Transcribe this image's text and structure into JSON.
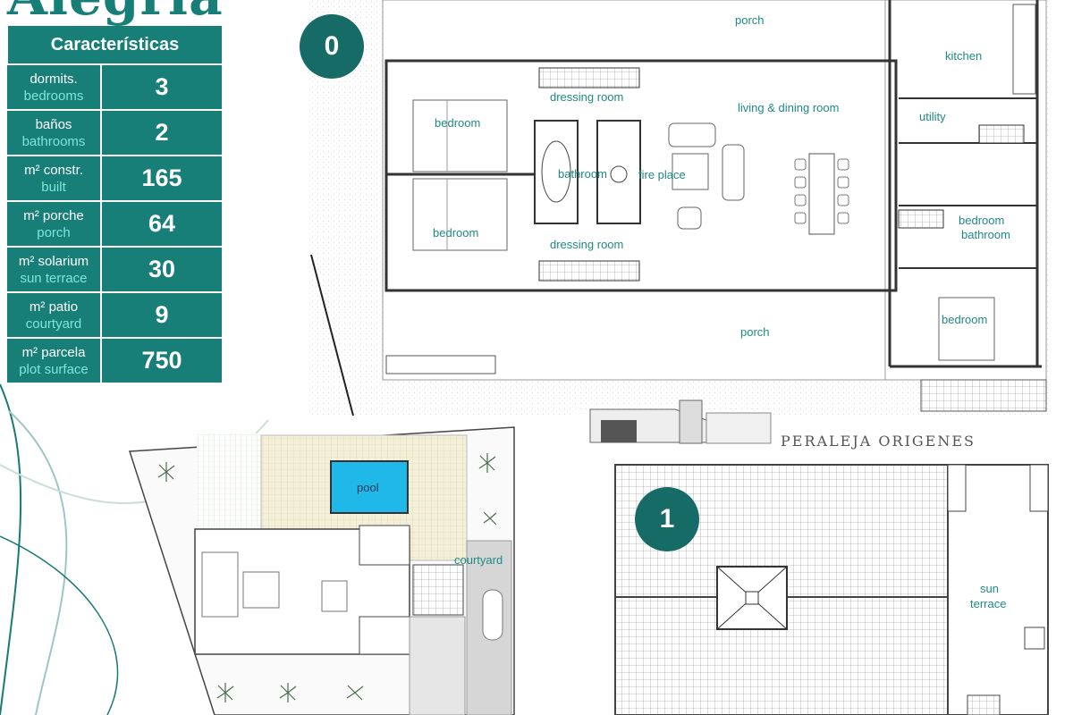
{
  "title": "Alegría",
  "specs": {
    "header": "Características",
    "rows": [
      {
        "es": "dormits.",
        "en": "bedrooms",
        "value": "3"
      },
      {
        "es": "baños",
        "en": "bathrooms",
        "value": "2"
      },
      {
        "es": "m² constr.",
        "en": "built",
        "value": "165"
      },
      {
        "es": "m² porche",
        "en": "porch",
        "value": "64"
      },
      {
        "es": "m² solarium",
        "en": "sun terrace",
        "value": "30"
      },
      {
        "es": "m² patio",
        "en": "courtyard",
        "value": "9"
      },
      {
        "es": "m² parcela",
        "en": "plot surface",
        "value": "750"
      }
    ]
  },
  "ground_floor": {
    "badge": "0",
    "labels": {
      "porch_top": "porch",
      "kitchen": "kitchen",
      "dressing_top": "dressing room",
      "living": "living & dining room",
      "bedroom_1": "bedroom",
      "utility": "utility",
      "bathroom": "bathroom",
      "fireplace": "fire place",
      "bedroom_2": "bedroom",
      "bedroom_3": "bedroom",
      "bathroom_2": "bathroom",
      "dressing_bottom": "dressing room",
      "bedroom_4": "bedroom",
      "porch_bottom": "porch"
    }
  },
  "site_plan": {
    "labels": {
      "pool": "pool",
      "courtyard": "courtyard"
    }
  },
  "first_floor": {
    "badge": "1",
    "labels": {
      "sun_terrace_1": "sun",
      "sun_terrace_2": "terrace"
    }
  },
  "brand": "PERALEJA ORIGENES",
  "colors": {
    "teal": "#177f78",
    "teal_dark": "#166b66",
    "teal_light": "#7ee6d9",
    "pool": "#1fb8e8"
  }
}
